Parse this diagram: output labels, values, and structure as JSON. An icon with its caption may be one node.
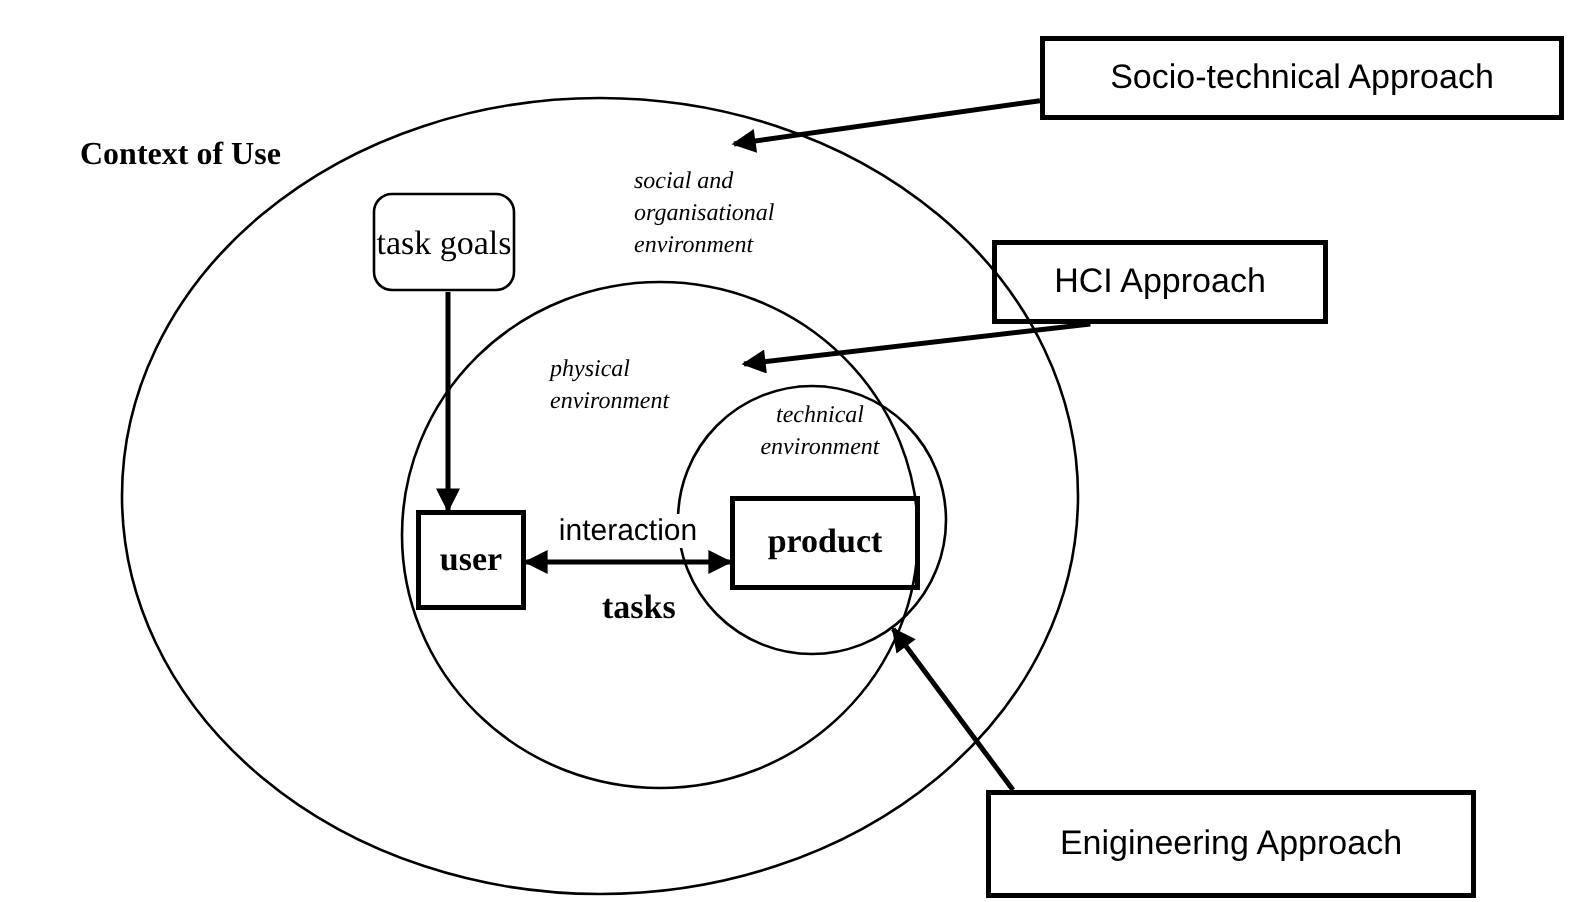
{
  "diagram": {
    "title": "Context of Use",
    "nodes": [
      {
        "text": [
          "social and organisational environment"
        ]
      },
      {
        "text": [
          "task goals"
        ],
        "in": 0
      },
      {
        "text": [
          "physical environment"
        ],
        "in": 0
      },
      {
        "text": [
          "technical environment"
        ],
        "in": 0
      },
      {
        "text": [
          "user"
        ],
        "in": 2
      },
      {
        "text": [
          "product"
        ],
        "in": 3
      },
      {
        "text": [
          "Socio-technical Approach"
        ]
      },
      {
        "text": [
          "HCI Approach"
        ]
      },
      {
        "text": [
          "Enigineering Approach"
        ]
      }
    ],
    "edges": [
      {
        "from": 6,
        "to": 0,
        "arrow": "to"
      },
      {
        "from": 7,
        "to": 2,
        "arrow": "to"
      },
      {
        "from": 8,
        "to": 3,
        "arrow": "to"
      },
      {
        "from": 1,
        "to": 4,
        "arrow": "to"
      },
      {
        "from": 4,
        "to": 5,
        "arrow": "both",
        "label": "interaction"
      }
    ],
    "labels": [
      "tasks"
    ]
  }
}
